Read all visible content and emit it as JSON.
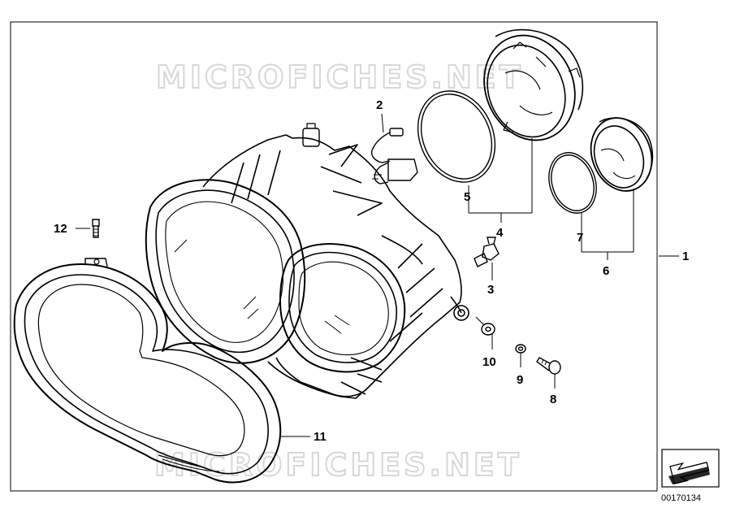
{
  "watermark": {
    "text": "MICROFICHES.NET"
  },
  "document_number": "00170134",
  "callouts": [
    {
      "id": "1",
      "text": "1"
    },
    {
      "id": "2",
      "text": "2"
    },
    {
      "id": "3",
      "text": "3"
    },
    {
      "id": "4",
      "text": "4"
    },
    {
      "id": "5",
      "text": "5"
    },
    {
      "id": "6",
      "text": "6"
    },
    {
      "id": "7",
      "text": "7"
    },
    {
      "id": "8",
      "text": "8"
    },
    {
      "id": "9",
      "text": "9"
    },
    {
      "id": "10",
      "text": "10"
    },
    {
      "id": "11",
      "text": "11"
    },
    {
      "id": "12",
      "text": "12"
    }
  ],
  "nav_icon": "arrow-nav-icon"
}
